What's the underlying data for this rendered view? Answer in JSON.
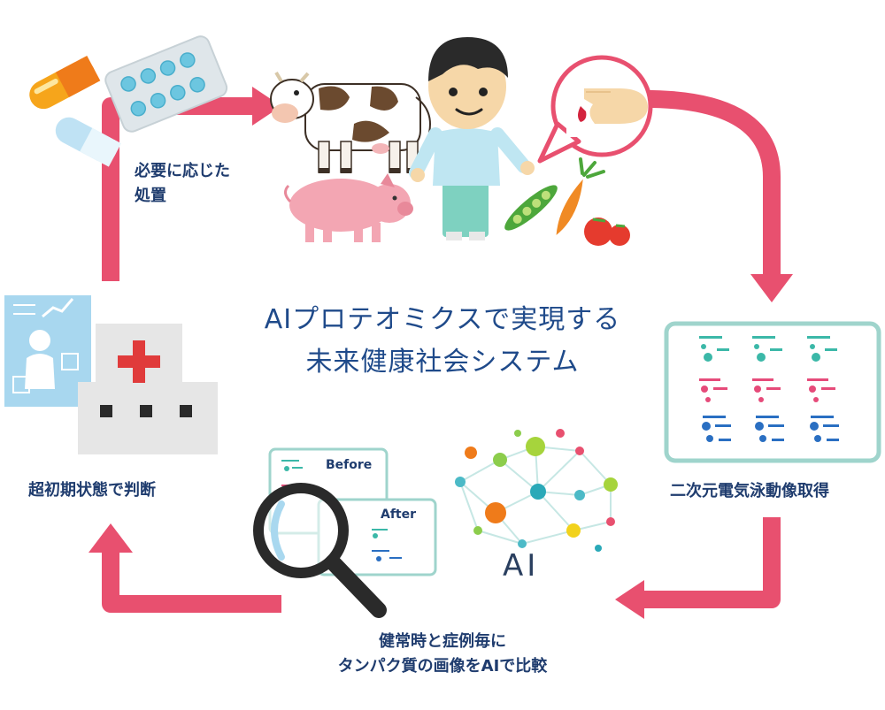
{
  "title": {
    "line1": "AIプロテオミクスで実現する",
    "line2": "未来健康社会システム"
  },
  "steps": {
    "treatment": {
      "line1": "必要に応じた",
      "line2": "処置"
    },
    "electrophoresis": "二次元電気泳動像取得",
    "compare": {
      "line1": "健常時と症例毎に",
      "line2": "タンパク質の画像をAIで比較"
    },
    "judge": "超初期状態で判断"
  },
  "panels": {
    "before": "Before",
    "after": "After"
  },
  "ai_label": "AI",
  "colors": {
    "arrow": "#e8506f",
    "text": "#1f3c6e",
    "teal": "#3bb8a8",
    "pink": "#e64b7a",
    "blue": "#2a6fc2",
    "panel_border": "#9fd4cc"
  }
}
